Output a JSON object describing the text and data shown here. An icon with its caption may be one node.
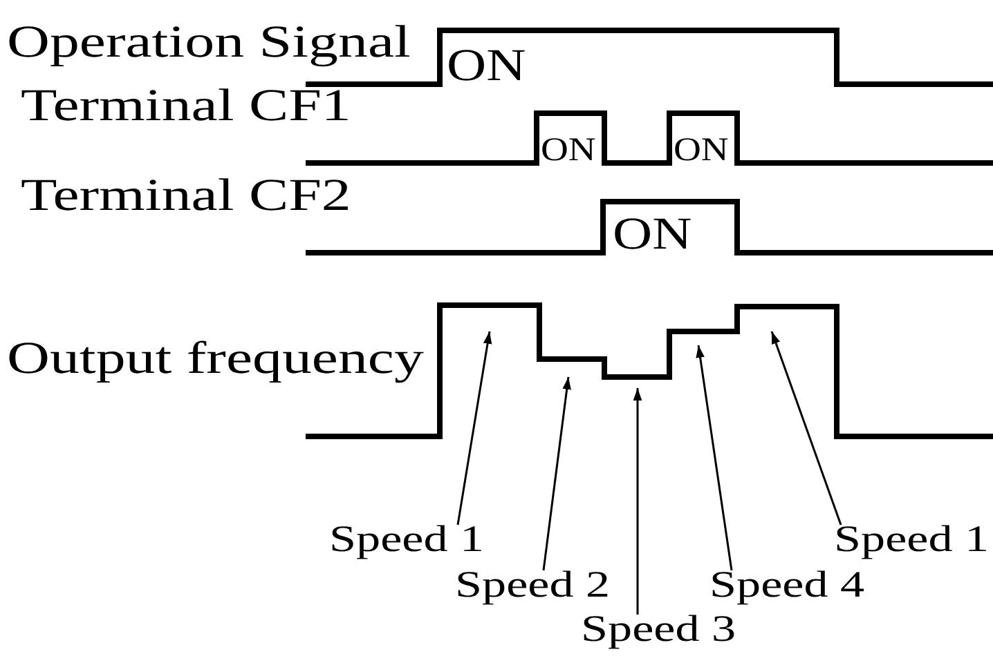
{
  "diagram": {
    "nodes": [
      {
        "text": [
          "Speed 1"
        ]
      },
      {
        "text": [
          "Speed 2"
        ]
      },
      {
        "text": [
          "Speed 3"
        ]
      },
      {
        "text": [
          "Speed 4"
        ]
      },
      {
        "text": [
          "Speed 1"
        ]
      }
    ],
    "edges": [
      {
        "from": 0,
        "to": null,
        "arrow": "to"
      },
      {
        "from": 1,
        "to": null,
        "arrow": "to"
      },
      {
        "from": 2,
        "to": null,
        "arrow": "to"
      },
      {
        "from": 3,
        "to": null,
        "arrow": "to"
      },
      {
        "from": 4,
        "to": null,
        "arrow": "to"
      }
    ],
    "labels": [
      "Operation Signal",
      "ON",
      "Terminal CF1",
      "ON",
      "ON",
      "Terminal CF2",
      "ON",
      "Output frequency"
    ]
  }
}
